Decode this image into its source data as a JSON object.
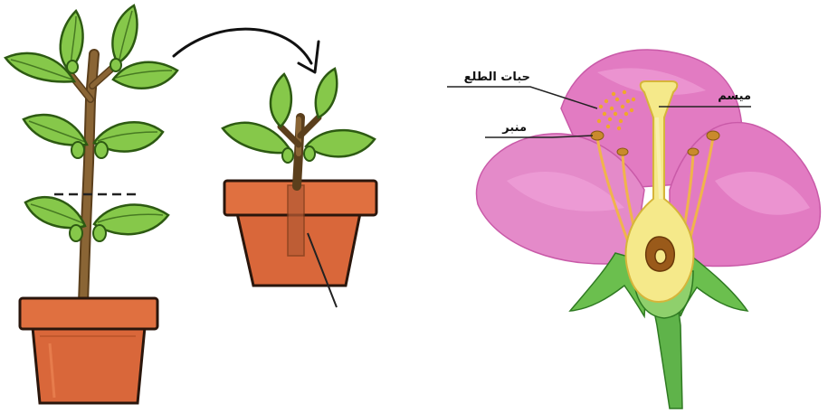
{
  "labels": {
    "pollen": "حبات الطلع",
    "anther": "منبر",
    "stigma": "ميسم"
  },
  "colors": {
    "leaf": "#7cc043",
    "leaf_dark": "#3f7d1e",
    "stem": "#7a5a2e",
    "pot": "#d9673a",
    "pot_dark": "#b24f26",
    "petal": "#e27bc2",
    "petal_light": "#f2a8dc",
    "pistil": "#f5e98a",
    "ovule": "#9a5a1a",
    "sepal": "#5fb34a",
    "stamen": "#f0b44c"
  },
  "icons": {
    "arrow": "curved-arrow-icon",
    "cut_line": "dashed-cut-line"
  }
}
